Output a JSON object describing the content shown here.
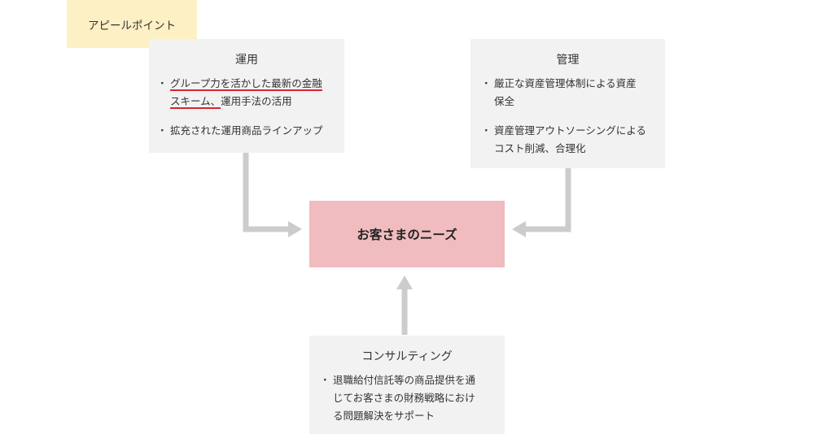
{
  "callout": {
    "label": "アピールポイント"
  },
  "operation": {
    "title": "運用",
    "item1_emph_a": "グループ力を活かした最新の金融",
    "item1_emph_b": "スキーム、",
    "item1_rest": "運用手法の活用",
    "item2": "拡充された運用商品ラインアップ"
  },
  "management": {
    "title": "管理",
    "item1_line1": "厳正な資産管理体制による資産",
    "item1_line2": "保全",
    "item2_line1": "資産管理アウトソーシングによる",
    "item2_line2": "コスト削減、合理化"
  },
  "center": {
    "label": "お客さまのニーズ"
  },
  "consulting": {
    "title": "コンサルティング",
    "item1_line1": "退職給付信託等の商品提供を通",
    "item1_line2": "じてお客さまの財務戦略におけ",
    "item1_line3": "る問題解決をサポート"
  },
  "colors": {
    "box_bg": "#f2f2f2",
    "center_bg": "#f0bcbf",
    "callout_bg": "#fdf0c4",
    "arrow": "#cccccc",
    "underline": "#d9252f"
  }
}
